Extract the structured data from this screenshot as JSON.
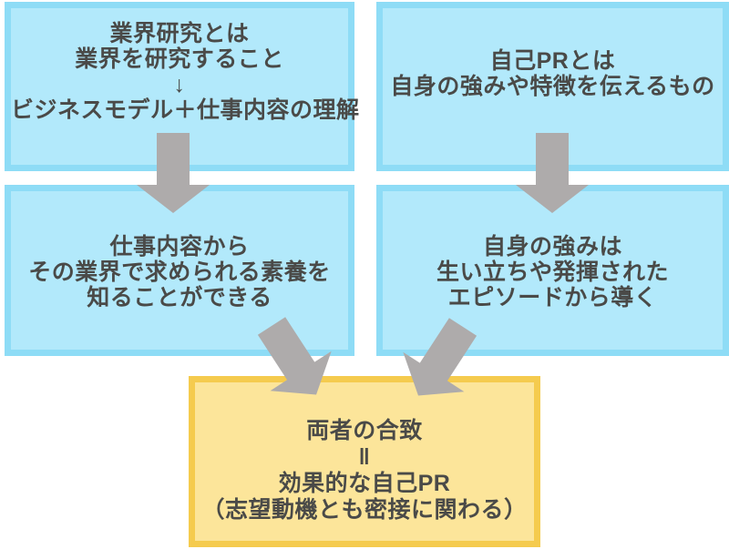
{
  "colors": {
    "background": "#ffffff",
    "box_fill_blue": "#b2e9fb",
    "box_border_blue": "#8edcf6",
    "box_fill_yellow": "#fce59a",
    "box_border_yellow": "#f5cb4e",
    "arrow_gray": "#aeabab",
    "text": "#4a4a48"
  },
  "boxes": {
    "industry_research_definition": {
      "lines": [
        "業界研究とは",
        "業界を研究すること",
        "↓",
        "ビジネスモデル＋仕事内容の理解"
      ]
    },
    "self_pr_definition": {
      "lines": [
        "自己PRとは",
        "自身の強みや特徴を伝えるもの"
      ]
    },
    "industry_research_insight": {
      "lines": [
        "仕事内容から",
        "その業界で求められる素養を",
        "知ることができる"
      ]
    },
    "self_pr_derivation": {
      "lines": [
        "自身の強みは",
        "生い立ちや発揮された",
        "エピソードから導く"
      ]
    },
    "conclusion": {
      "lines": [
        "両者の合致",
        "‖",
        "効果的な自己PR",
        "（志望動機とも密接に関わる）"
      ]
    }
  },
  "arrows": [
    {
      "name": "arrow-industry-definition-to-insight",
      "direction": "down"
    },
    {
      "name": "arrow-selfpr-definition-to-derivation",
      "direction": "down"
    },
    {
      "name": "arrow-insight-to-conclusion",
      "direction": "down-right"
    },
    {
      "name": "arrow-derivation-to-conclusion",
      "direction": "down-left"
    }
  ]
}
